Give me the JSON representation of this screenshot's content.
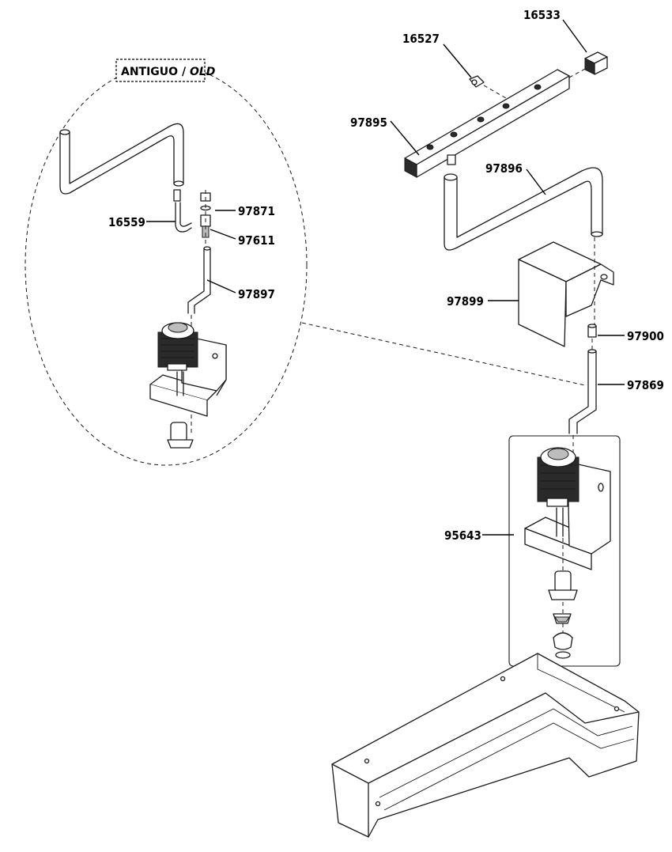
{
  "old_section": {
    "label_prefix": "ANTIGUO /",
    "label_italic": "OLD"
  },
  "part_numbers": {
    "p16533": "16533",
    "p16527": "16527",
    "p97895": "97895",
    "p97896": "97896",
    "p97899": "97899",
    "p97900": "97900",
    "p97869": "97869",
    "p95643": "95643",
    "p16559": "16559",
    "p97871": "97871",
    "p97611": "97611",
    "p97897": "97897"
  }
}
